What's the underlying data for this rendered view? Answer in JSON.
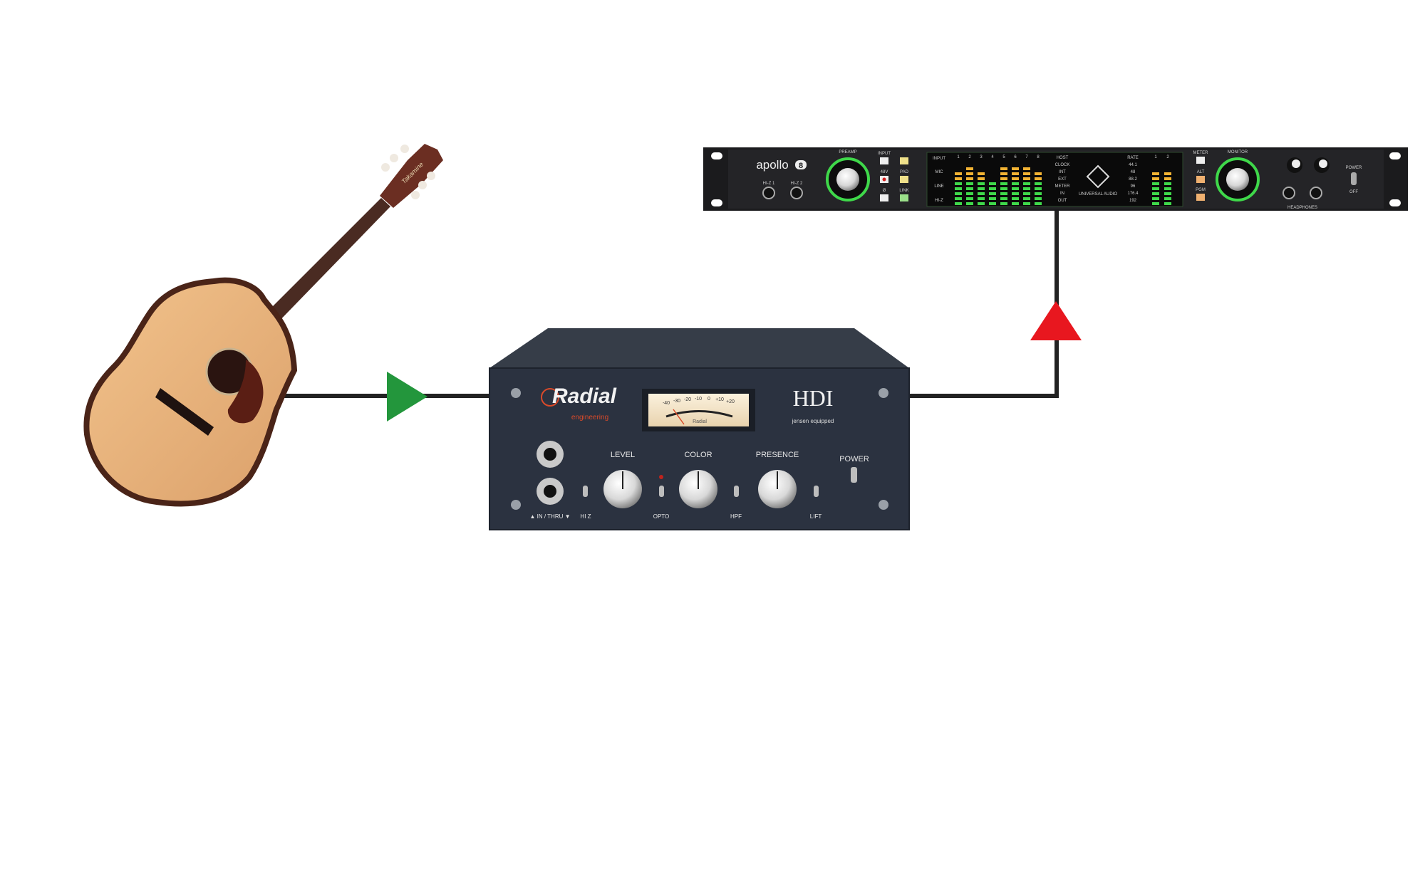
{
  "colors": {
    "cable": "#222222",
    "arrow_in": "#23963c",
    "arrow_out": "#e8171f",
    "hdi_panel": "#2b3240",
    "radial_red": "#d94a2a",
    "apollo_green": "#3fd84a"
  },
  "guitar": {
    "headstock_brand": "Takamine"
  },
  "hdi": {
    "brand": "Radial",
    "brand_sub": "engineering",
    "model": "HDI",
    "model_sub": "jensen equipped",
    "meter_brand": "Radial",
    "meter_scale": [
      "-40",
      "-30",
      "-20",
      "-10",
      "0",
      "+10",
      "+20"
    ],
    "labels": {
      "level": "LEVEL",
      "color": "COLOR",
      "presence": "PRESENCE",
      "power": "POWER",
      "in_thru": "▲ IN / THRU ▼",
      "hiz": "HI Z",
      "opto": "OPTO",
      "hpf": "HPF",
      "lift": "LIFT"
    }
  },
  "apollo": {
    "brand": "apollo",
    "model_num": "8",
    "hiz1": "HI-Z 1",
    "hiz2": "HI-Z 2",
    "preamp": "PREAMP",
    "input": "INPUT",
    "v48": "48V",
    "phase": "Ø",
    "pad": "PAD",
    "link": "LINK",
    "display_left": [
      "INPUT",
      "MIC",
      "LINE",
      "HI-Z"
    ],
    "channels": [
      "1",
      "2",
      "3",
      "4",
      "5",
      "6",
      "7",
      "8"
    ],
    "status": [
      "HOST",
      "CLOCK",
      "INT",
      "EXT",
      "METER",
      "IN",
      "OUT"
    ],
    "ua_name": "UNIVERSAL AUDIO",
    "rate_title": "RATE",
    "rates": [
      "44.1",
      "48",
      "88.2",
      "96",
      "176.4",
      "192"
    ],
    "out_channels": [
      "1",
      "2"
    ],
    "meter": "METER",
    "alt": "ALT",
    "pgm": "PGM",
    "monitor": "MONITOR",
    "power": "POWER",
    "off": "OFF",
    "headphones": "HEADPHONES"
  }
}
